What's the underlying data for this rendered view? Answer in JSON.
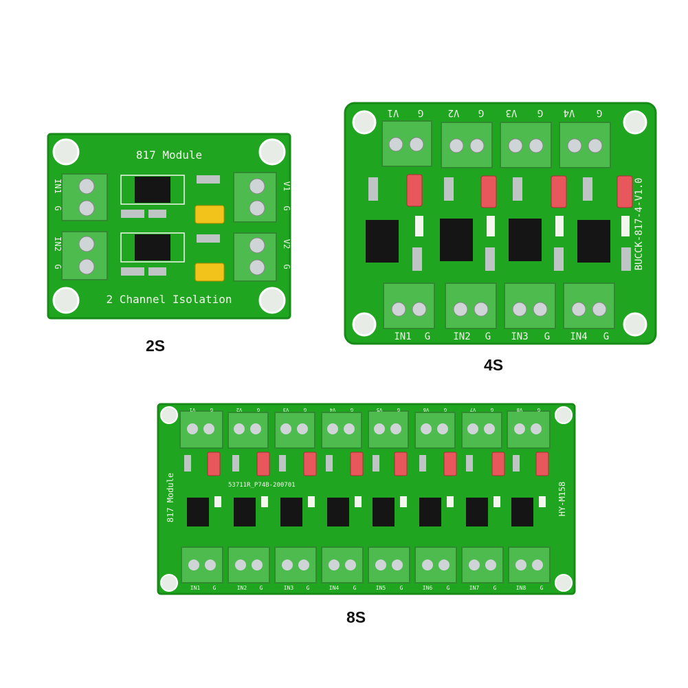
{
  "colors": {
    "pcb": "#1fa51f",
    "pcb_edge": "#178a17",
    "silk": "#f4f7ee",
    "terminal": "#4dbb4d",
    "terminal_dark": "#2f8a2f",
    "screw": "#cfd4d6",
    "chip": "#151515",
    "jumper_yellow": "#f2c31a",
    "jumper_red": "#e8575b",
    "pad": "#bfc4c4"
  },
  "board_2s": {
    "title": "817 Module",
    "subtitle": "2 Channel Isolation",
    "left_labels": [
      "IN1",
      "G",
      "IN2",
      "G"
    ],
    "right_labels": [
      "V1",
      "G",
      "V2",
      "G"
    ],
    "caption": "2S"
  },
  "board_4s": {
    "top_labels": [
      "V1",
      "G",
      "V2",
      "G",
      "V3",
      "G",
      "V4",
      "G"
    ],
    "bottom_labels": [
      "IN1",
      "G",
      "IN2",
      "G",
      "IN3",
      "G",
      "IN4",
      "G"
    ],
    "side_label": "BUCCK-817-4-V1.0",
    "caption": "4S"
  },
  "board_8s": {
    "side_label": "817 Module",
    "code": "53711R_P74B-200701",
    "model": "HY-M158",
    "top_labels": [
      "V1",
      "G",
      "V2",
      "G",
      "V3",
      "G",
      "V4",
      "G",
      "V5",
      "G",
      "V6",
      "G",
      "V7",
      "G",
      "V8",
      "G"
    ],
    "bottom_labels": [
      "IN1",
      "G",
      "IN2",
      "G",
      "IN3",
      "G",
      "IN4",
      "G",
      "IN5",
      "G",
      "IN6",
      "G",
      "IN7",
      "G",
      "IN8",
      "G"
    ],
    "caption": "8S"
  }
}
